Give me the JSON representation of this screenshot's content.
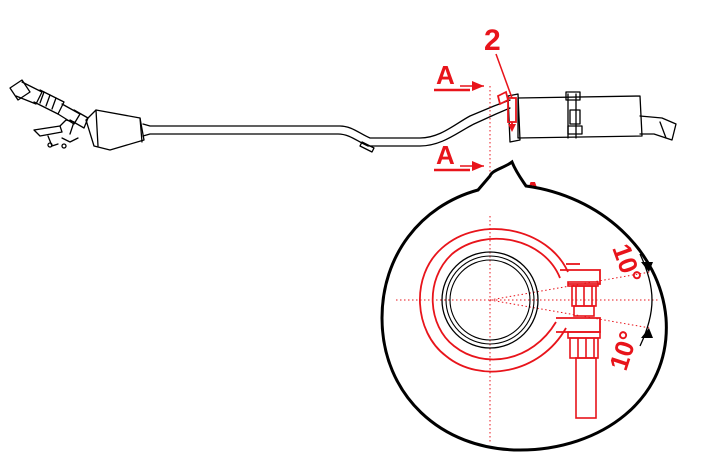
{
  "labels": {
    "part_number": "2",
    "section_marker_top": "A",
    "section_marker_bottom": "A",
    "section_title": "A-A",
    "angle_upper": "10°",
    "angle_lower": "10°"
  },
  "colors": {
    "line_black": "#000000",
    "accent_red": "#e8141b",
    "background": "#ffffff"
  }
}
